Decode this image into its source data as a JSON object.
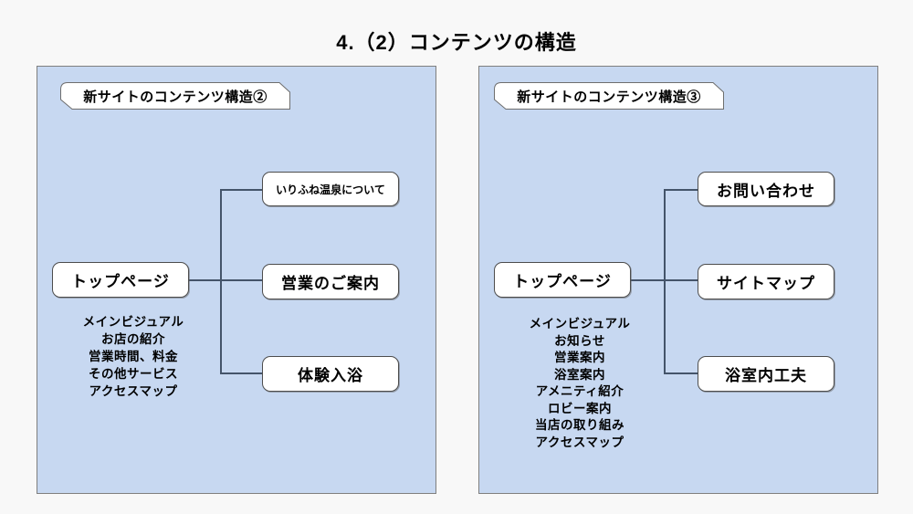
{
  "page_title": "4.（2）コンテンツの構造",
  "colors": {
    "page_background": "#f8f8f8",
    "panel_fill": "#c7d8f1",
    "panel_border": "#7f7f7f",
    "node_border": "#4d4d4d",
    "connector": "#44546a"
  },
  "panels": [
    {
      "header": "新サイトのコンテンツ構造②",
      "top_page_label": "トップページ",
      "children": [
        "いりふね温泉について",
        "営業のご案内",
        "体験入浴"
      ],
      "top_page_items": [
        "メインビジュアル",
        "お店の紹介",
        "営業時間、料金",
        "その他サービス",
        "アクセスマップ"
      ]
    },
    {
      "header": "新サイトのコンテンツ構造③",
      "top_page_label": "トップページ",
      "children": [
        "お問い合わせ",
        "サイトマップ",
        "浴室内工夫"
      ],
      "top_page_items": [
        "メインビジュアル",
        "お知らせ",
        "営業案内",
        "浴室案内",
        "アメニティ紹介",
        "ロビー案内",
        "当店の取り組み",
        "アクセスマップ"
      ]
    }
  ]
}
